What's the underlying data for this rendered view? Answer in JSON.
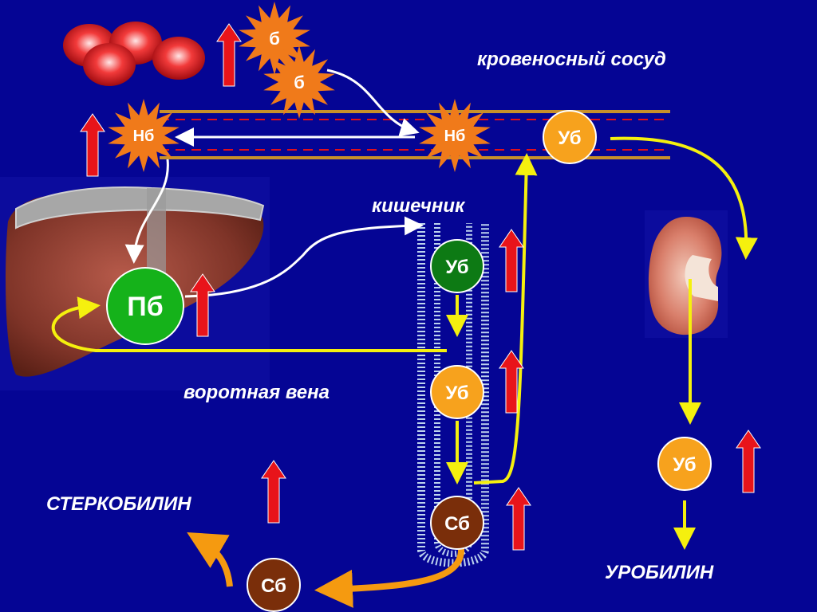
{
  "labels": {
    "vessel": "кровеносный сосуд",
    "intestine": "кишечник",
    "portal_vein": "воротная вена",
    "stercobilin": "СТЕРКОБИЛИН",
    "urobilin": "УРОБИЛИН"
  },
  "nodes": {
    "b1": "б",
    "b2": "б",
    "nb_left": "Нб",
    "nb_right": "Нб",
    "ub_vessel": "Уб",
    "pb": "Пб",
    "ub_intestine_top": "Уб",
    "ub_intestine_mid": "Уб",
    "sb_intestine": "Сб",
    "sb_out": "Сб",
    "ub_kidney": "Уб"
  },
  "colors": {
    "background": "#050594",
    "starburst": "#f07a1a",
    "ub_circle": "#f7a21d",
    "pb_circle": "#15b21a",
    "ub_green": "#0d7a14",
    "sb_circle": "#7a2e0a",
    "arrow_yellow": "#f5f00e",
    "arrow_white": "#ffffff",
    "arrow_orange": "#f59a10",
    "up_arrow_red": "#e8141a",
    "vessel_line": "#c8902a",
    "vessel_dash": "#e0101a"
  }
}
